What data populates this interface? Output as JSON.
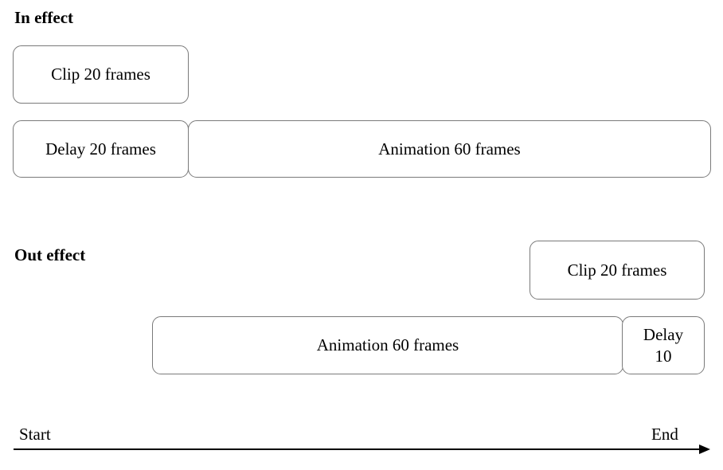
{
  "in_effect": {
    "title": "In effect",
    "clip": "Clip 20 frames",
    "delay": "Delay 20 frames",
    "animation": "Animation 60 frames"
  },
  "out_effect": {
    "title": "Out effect",
    "clip": "Clip 20 frames",
    "animation": "Animation 60 frames",
    "delay_line1": "Delay",
    "delay_line2": "10"
  },
  "timeline": {
    "start_label": "Start",
    "end_label": "End"
  }
}
